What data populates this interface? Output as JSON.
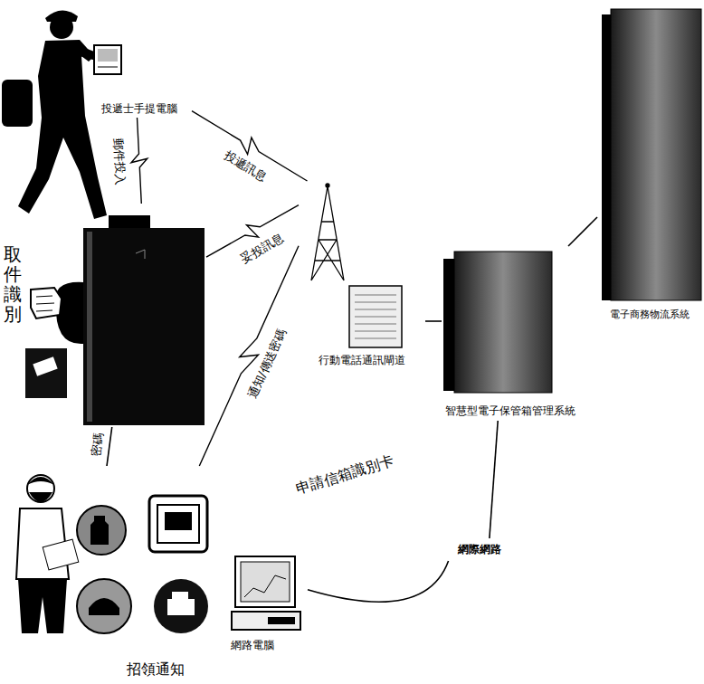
{
  "diagram": {
    "nodes": [
      {
        "text": [
          "投遞士手提電腦"
        ]
      },
      {
        "text": [
          "取件識別"
        ]
      },
      {
        "text": [
          "行動電話通訊閘道"
        ]
      },
      {
        "text": [
          "智慧型電子保管箱管理系統"
        ]
      },
      {
        "text": [
          "電子商務物流系統"
        ]
      },
      {
        "text": [
          "網際網路"
        ]
      },
      {
        "text": [
          "網路電腦"
        ]
      },
      {
        "text": [
          "招領通知"
        ]
      }
    ],
    "edges": [
      {
        "from": 0,
        "to": 1,
        "arrow": "none",
        "label": "郵件投入"
      },
      {
        "from": 0,
        "to": 2,
        "arrow": "none",
        "label": "投遞訊息"
      },
      {
        "from": 1,
        "to": 2,
        "arrow": "none",
        "label": "妥投訊息"
      },
      {
        "from": 2,
        "to": 7,
        "arrow": "none",
        "label": "通知/傳送密碼"
      },
      {
        "from": 7,
        "to": 1,
        "arrow": "none",
        "label": "密碼"
      },
      {
        "from": 2,
        "to": 3,
        "arrow": "none"
      },
      {
        "from": 3,
        "to": 4,
        "arrow": "none"
      },
      {
        "from": 3,
        "to": 5,
        "arrow": "none"
      },
      {
        "from": 5,
        "to": 6,
        "arrow": "none"
      }
    ],
    "labels": [
      "申請信箱識別卡"
    ]
  }
}
